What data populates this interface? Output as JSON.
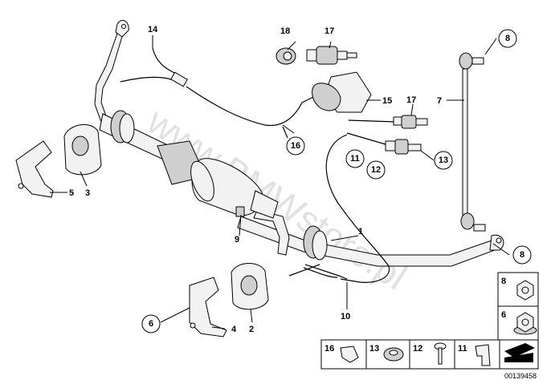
{
  "watermark": "www.BMWstore.pl",
  "reference_number": "00139458",
  "callouts": {
    "c1": "1",
    "c2": "2",
    "c3": "3",
    "c4": "4",
    "c5": "5",
    "c6": "6",
    "c7": "7",
    "c8a": "8",
    "c8b": "8",
    "c9": "9",
    "c10": "10",
    "c11": "11",
    "c12": "12",
    "c13": "13",
    "c14": "14",
    "c15": "15",
    "c16": "16",
    "c17a": "17",
    "c17b": "17",
    "c18": "18"
  },
  "legend": {
    "box_8": "8",
    "box_6": "6",
    "box_16": "16",
    "box_13": "13",
    "box_12": "12",
    "box_11": "11"
  }
}
